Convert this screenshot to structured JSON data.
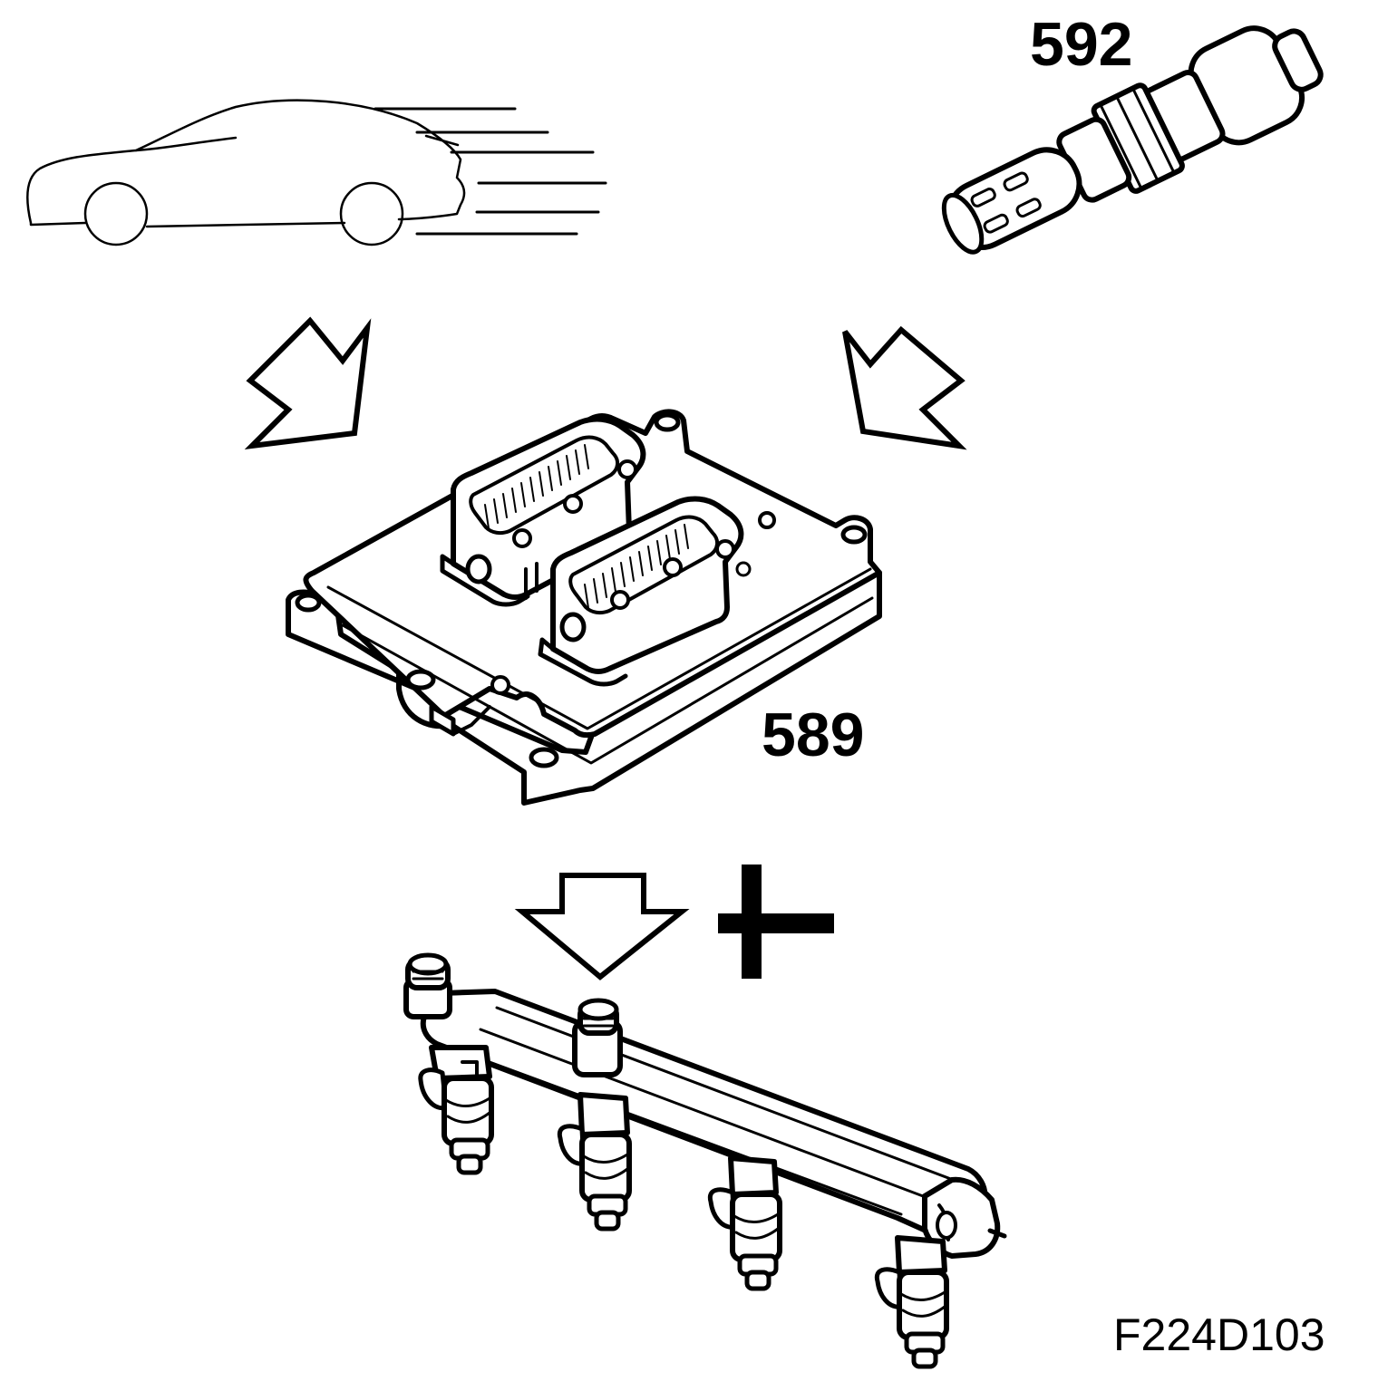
{
  "diagram": {
    "labels": {
      "oxygen_sensor_ref": "592",
      "control_module_ref": "589",
      "figure_code": "F224D103"
    },
    "colors": {
      "ink": "#000000",
      "paper": "#ffffff"
    },
    "icons": [
      "car-in-motion-icon",
      "oxygen-sensor-icon",
      "control-module-icon",
      "fuel-rail-injectors-icon",
      "arrow-icon",
      "plus-icon"
    ]
  }
}
